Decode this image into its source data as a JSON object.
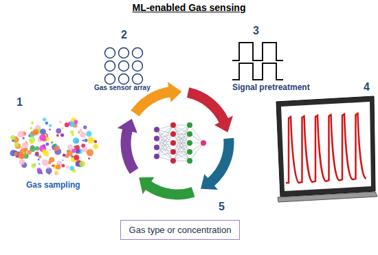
{
  "diagram": {
    "title": "ML-enabled Gas sensing",
    "nodes": [
      {
        "text": [
          "Gas type or concentration"
        ]
      }
    ],
    "labels": [
      "1",
      "2",
      "3",
      "4",
      "5",
      "Gas sampling",
      "Gas sensor array",
      "Signal pretreatment"
    ]
  }
}
